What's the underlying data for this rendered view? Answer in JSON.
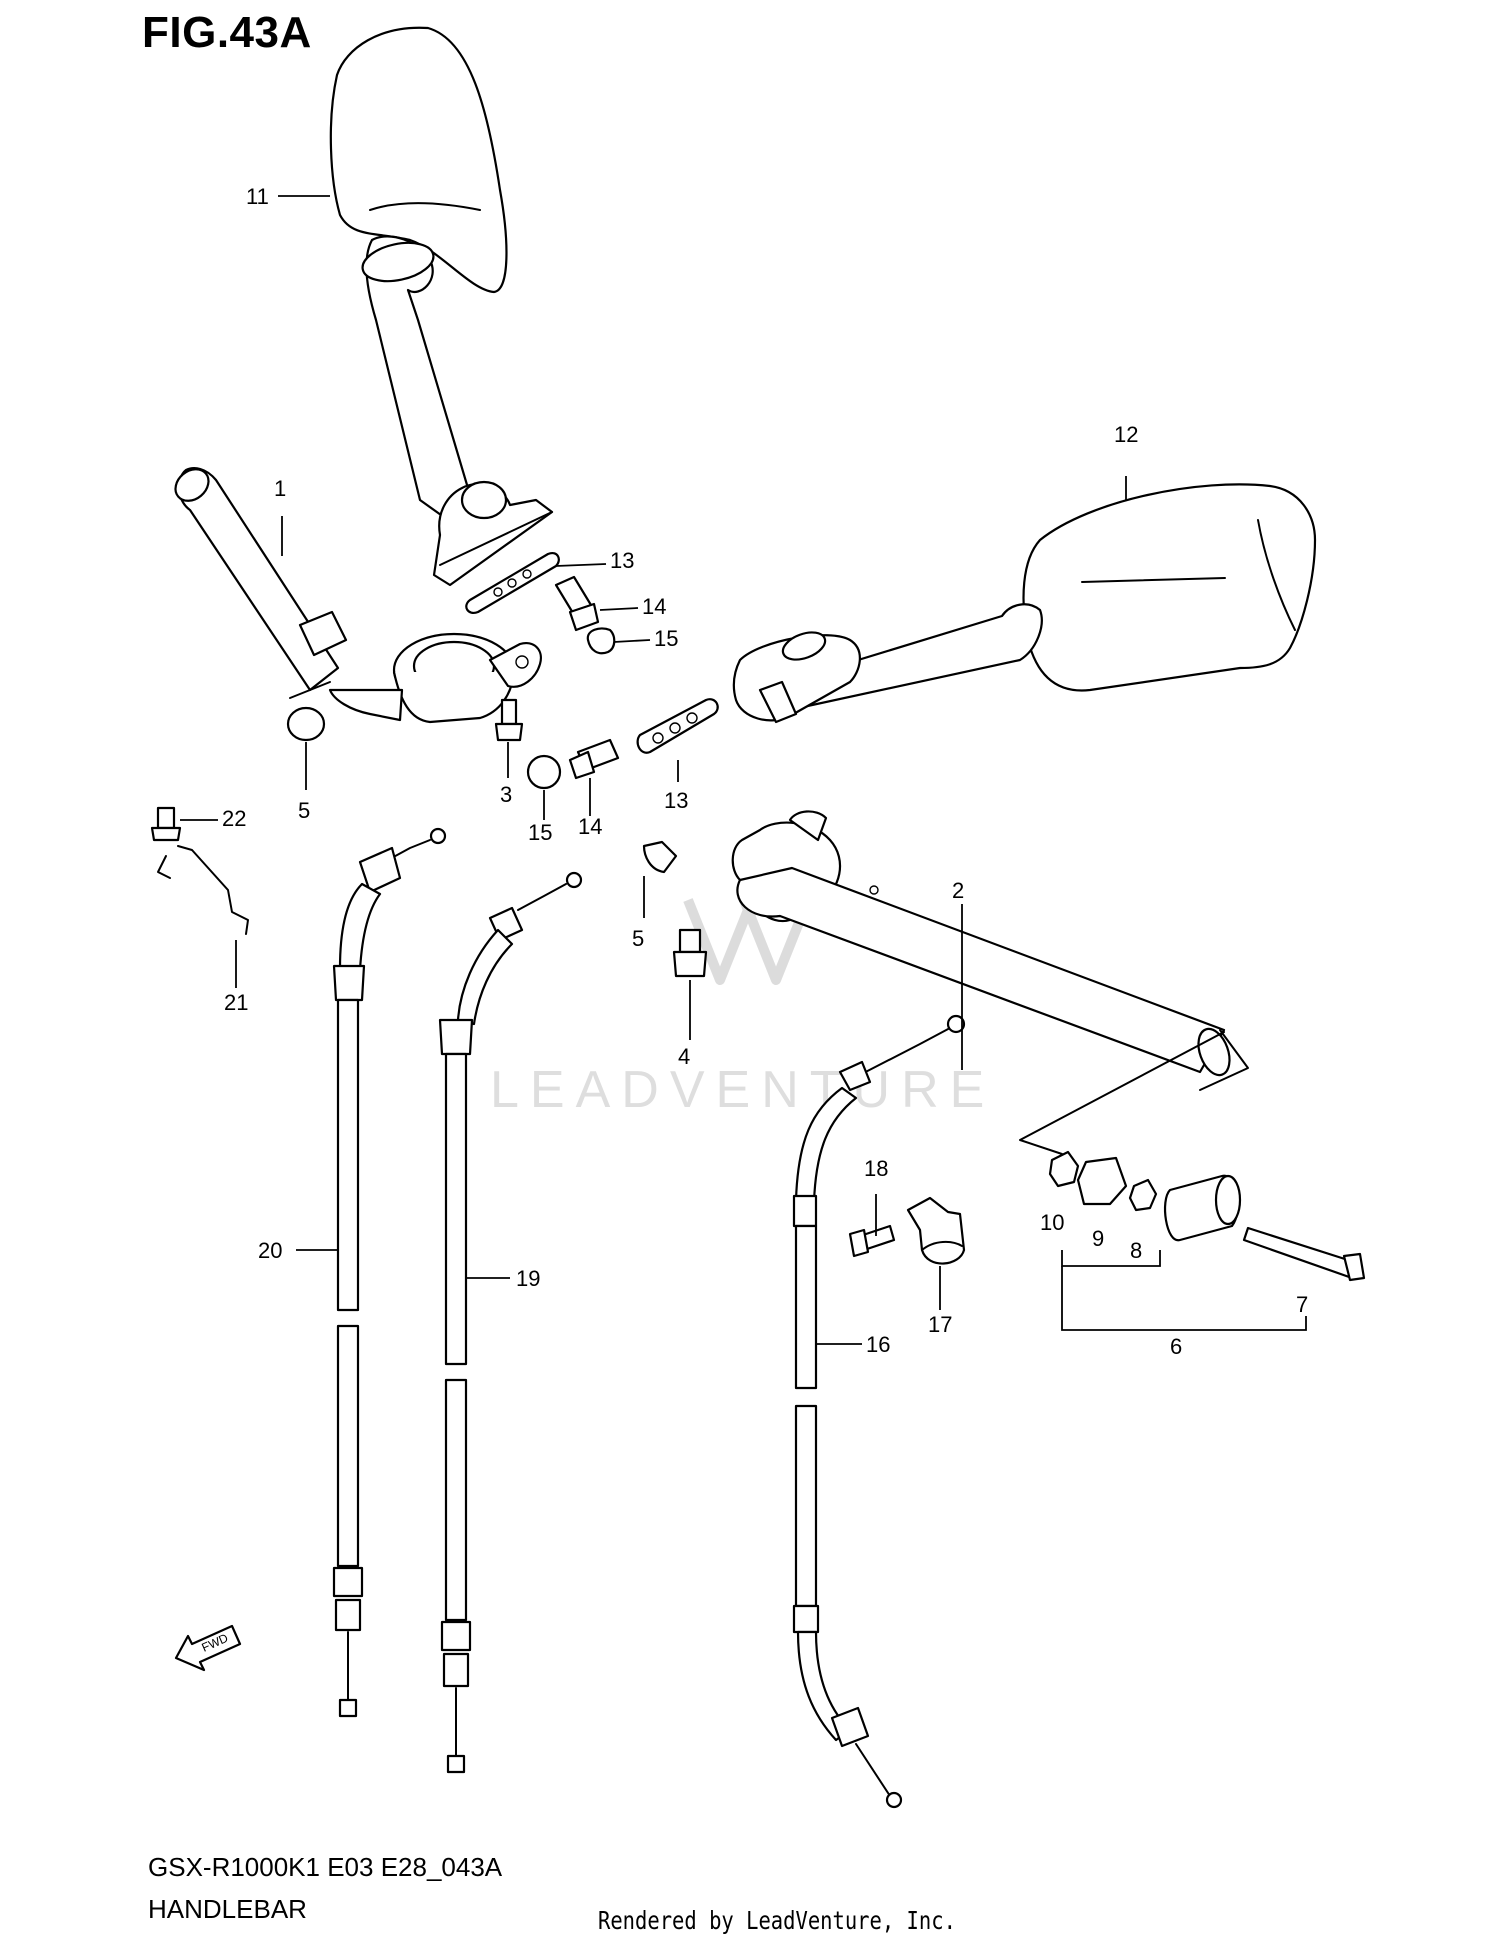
{
  "figure": {
    "title": "FIG.43A",
    "model_code": "GSX-R1000K1 E03 E28_043A",
    "section_name": "HANDLEBAR",
    "credit": "Rendered by LeadVenture, Inc.",
    "watermark": "LEADVENTURE",
    "fwd_label": "FWD"
  },
  "callouts": [
    "1",
    "2",
    "3",
    "4",
    "5",
    "5",
    "6",
    "7",
    "8",
    "9",
    "10",
    "11",
    "12",
    "13",
    "13",
    "14",
    "14",
    "15",
    "15",
    "16",
    "17",
    "18",
    "19",
    "20",
    "21",
    "22"
  ],
  "parts": [
    {
      "ref": "1",
      "name": "handlebar-left"
    },
    {
      "ref": "2",
      "name": "handlebar-right"
    },
    {
      "ref": "3",
      "name": "bolt"
    },
    {
      "ref": "4",
      "name": "bolt"
    },
    {
      "ref": "5",
      "name": "cap"
    },
    {
      "ref": "6",
      "name": "bar-end-weight"
    },
    {
      "ref": "7",
      "name": "screw"
    },
    {
      "ref": "8",
      "name": "nut"
    },
    {
      "ref": "9",
      "name": "bush"
    },
    {
      "ref": "10",
      "name": "nut"
    },
    {
      "ref": "11",
      "name": "mirror-left"
    },
    {
      "ref": "12",
      "name": "mirror-right"
    },
    {
      "ref": "13",
      "name": "mirror-plate"
    },
    {
      "ref": "14",
      "name": "mirror-bolt"
    },
    {
      "ref": "15",
      "name": "cap"
    },
    {
      "ref": "16",
      "name": "clutch-cable"
    },
    {
      "ref": "17",
      "name": "cable-clamp"
    },
    {
      "ref": "18",
      "name": "bolt"
    },
    {
      "ref": "19",
      "name": "throttle-cable-return"
    },
    {
      "ref": "20",
      "name": "throttle-cable-pull"
    },
    {
      "ref": "21",
      "name": "cable-guide"
    },
    {
      "ref": "22",
      "name": "bolt"
    }
  ]
}
